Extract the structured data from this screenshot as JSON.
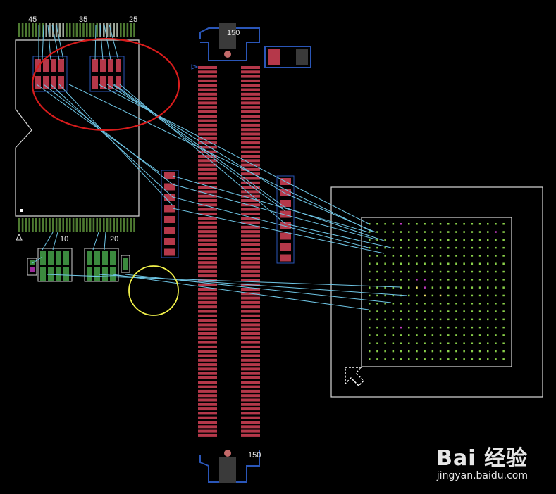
{
  "connector_labels": {
    "top": [
      "45",
      "35",
      "25"
    ],
    "bottom": [
      "10",
      "20"
    ]
  },
  "slot_labels": [
    "150",
    "150"
  ],
  "watermark": {
    "brand": "Bai 经验",
    "url": "jingyan.baidu.com"
  },
  "colors": {
    "background": "#000000",
    "outline": "#d8d8d8",
    "red_pad": "#b5384a",
    "green_pad": "#3b8a3e",
    "top_pins": "#4e7a31",
    "bga_ball": "#8bd14a",
    "ratsnest": "#6fc6e6",
    "highlight_red": "#d81c1c",
    "highlight_yellow": "#f0f04a",
    "blue_outline": "#2a56b8"
  }
}
